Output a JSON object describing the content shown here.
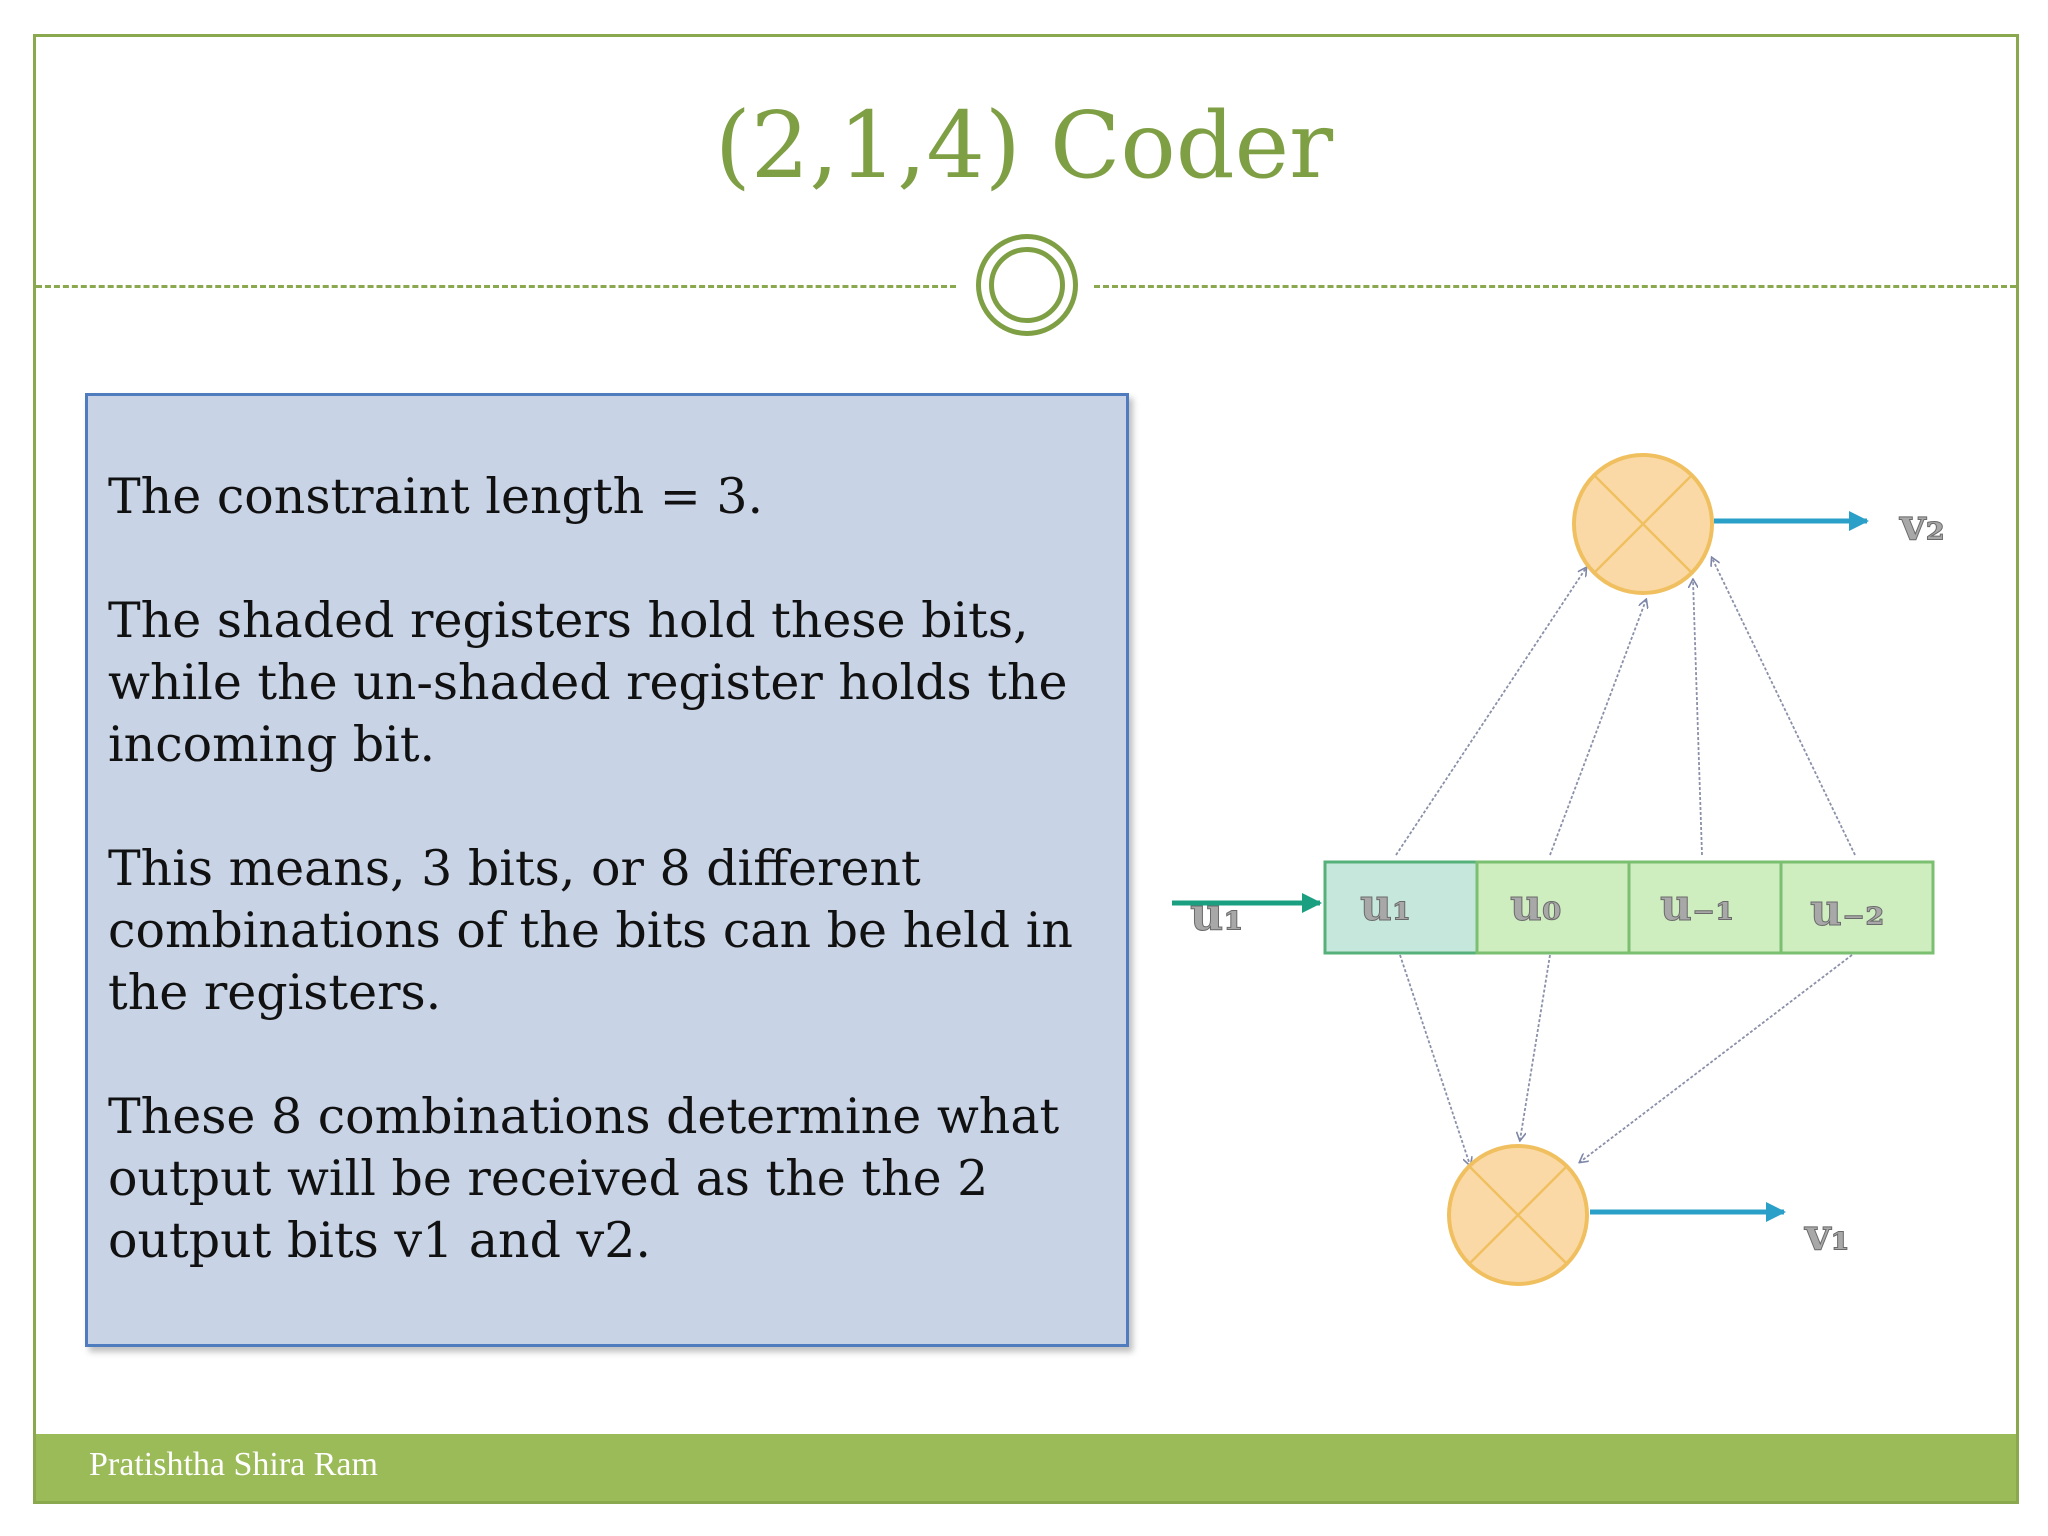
{
  "slide": {
    "title": "(2,1,4) Coder",
    "paragraphs": [
      "The constraint length = 3.",
      "The shaded registers hold these bits, while the un-shaded register holds the incoming bit.",
      "This means, 3 bits, or 8 different combinations of the bits can be held in the registers.",
      "These 8 combinations determine what output will be received as the the 2 output bits v1 and v2."
    ],
    "footer": "Pratishtha Shira Ram"
  },
  "diagram": {
    "input_label": "u₁",
    "registers": [
      "u₁",
      "u₀",
      "u₋₁",
      "u₋₂"
    ],
    "outputs": [
      "v₂",
      "v₁"
    ]
  },
  "colors": {
    "accent": "#8aa84e",
    "title": "#7f9f45",
    "box_fill": "#c8d3e6",
    "box_border": "#4f7bbf",
    "footer_bar": "#9bbb59",
    "adder_fill": "#fbd9a6",
    "adder_border": "#f0c060",
    "register_fill": "#cfeec0",
    "register_first_fill": "#c6e8dc",
    "arrow_blue": "#2aa0c8",
    "arrow_green": "#1aa080"
  }
}
